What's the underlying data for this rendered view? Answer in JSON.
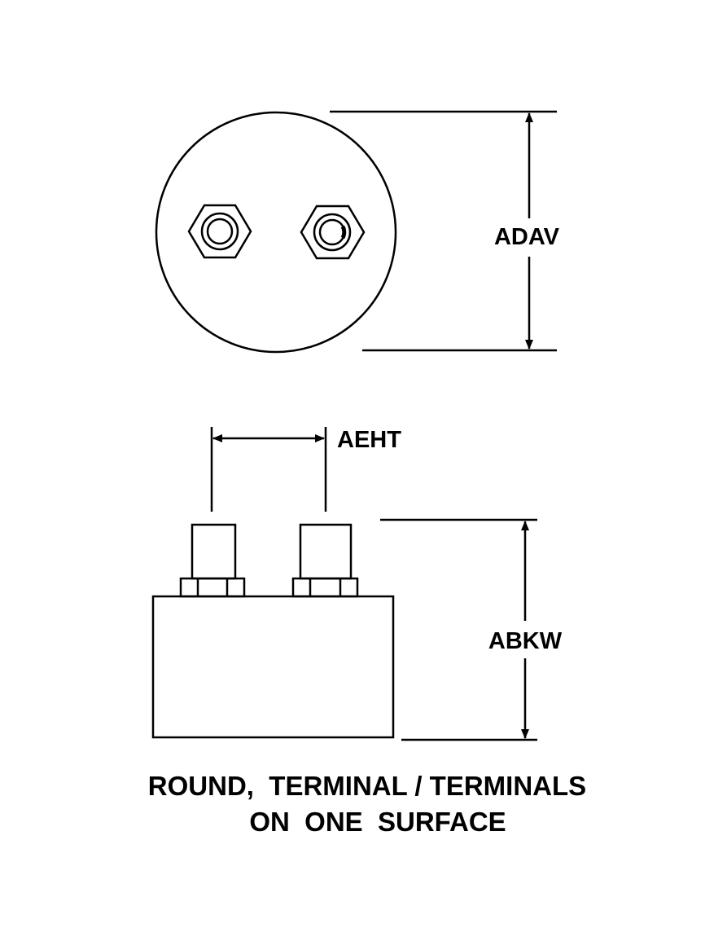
{
  "labels": {
    "diameter": "ADAV",
    "terminal_spacing": "AEHT",
    "height": "ABKW"
  },
  "caption": {
    "line1": "ROUND,  TERMINAL / TERMINALS",
    "line2": "ON  ONE  SURFACE"
  },
  "colors": {
    "ink": "#000000",
    "background": "#ffffff"
  }
}
